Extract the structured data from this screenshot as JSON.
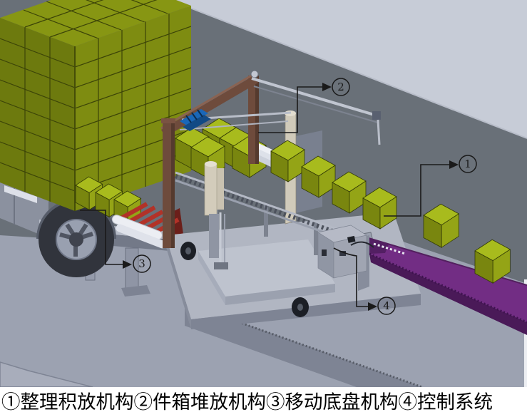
{
  "caption": {
    "text": "①整理积放机构②件箱堆放机构③移动底盘机构④控制系统"
  },
  "callouts": [
    {
      "number": "1",
      "glyph": "①",
      "label": "整理积放机构"
    },
    {
      "number": "2",
      "glyph": "②",
      "label": "件箱堆放机构"
    },
    {
      "number": "3",
      "glyph": "③",
      "label": "移动底盘机构"
    },
    {
      "number": "4",
      "glyph": "④",
      "label": "控制系统"
    }
  ],
  "palette": {
    "wall": "#697078",
    "wall_top": "#c7ccd7",
    "floor": "#9ca2b1",
    "cargo_green_top": "#879613",
    "cargo_green_left": "#6d7a0e",
    "cargo_green_right": "#7e8c11",
    "box_green_top": "#a8bb1d",
    "box_green_left": "#79860f",
    "box_green_right": "#94a416",
    "conveyor_purple": "#722d84",
    "conveyor_purple_dark": "#4a1a58",
    "gantry_brown": "#6e4b3c",
    "gripper_blue": "#1a67b8",
    "roller_red": "#b23228",
    "machine_gray": "#b1b6c2",
    "callout_ink": "#1a1a1a"
  }
}
